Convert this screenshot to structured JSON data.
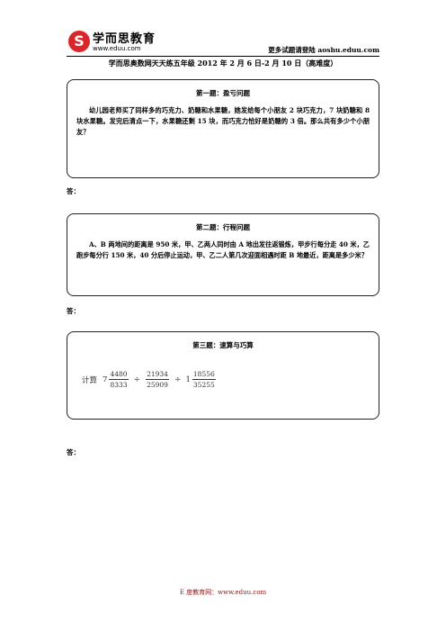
{
  "header": {
    "logo_mark": "S",
    "logo_name": "学而思教育",
    "logo_url": "www.eduu.com",
    "right_text": "更多试题请登陆 aoshu.eduu.com"
  },
  "doc_title": "学而思奥数网天天练五年级 2012 年 2 月 6 日-2 月 10 日（高难度）",
  "problems": [
    {
      "title": "第一题：盈亏问题",
      "body": "幼儿园老师买了同样多的巧克力、奶糖和水果糖，她发给每个小朋友 2 块巧克力，7 块奶糖和 8 块水果糖。发完后清点一下，水果糖还剩 15 块，而巧克力恰好是奶糖的 3 倍。那么共有多少个小朋友？"
    },
    {
      "title": "第二题：行程问题",
      "body": "A、B 两地间的距离是 950 米，甲、乙两人同时由 A 地出发往返锻炼，甲步行每分走 40 米，乙跑步每分行 150 米，40 分后停止运动，甲、乙二人第几次迎面相遇时距 B 地最近，距离是多少米？"
    },
    {
      "title": "第三题：速算与巧算",
      "math": {
        "label": "计算",
        "whole1": "7",
        "frac1_num": "4480",
        "frac1_den": "8333",
        "op1": "÷",
        "frac2_num": "21934",
        "frac2_den": "25909",
        "op2": "÷",
        "whole3": "1",
        "frac3_num": "18556",
        "frac3_den": "35255"
      }
    }
  ],
  "answer_label": "答：",
  "footer": "E 度教育网：www.eduu.com"
}
